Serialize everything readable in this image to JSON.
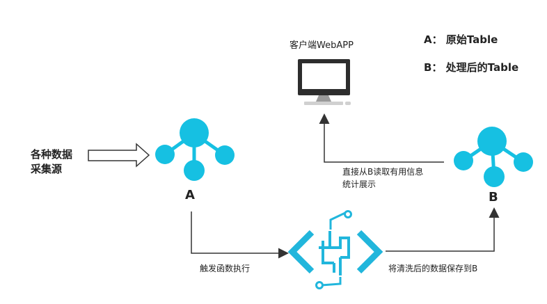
{
  "legend": {
    "a_line": "A： 原始Table",
    "b_line": "B： 处理后的Table"
  },
  "client": {
    "title": "客户端WebAPP"
  },
  "source": {
    "line1": "各种数据",
    "line2": "采集源"
  },
  "nodes": {
    "a_label": "A",
    "b_label": "B"
  },
  "edges": {
    "trigger_label": "触发函数执行",
    "save_label": "将清洗后的数据保存到B",
    "read_line1": "直接从B读取有用信息",
    "read_line2": "统计展示"
  },
  "colors": {
    "node": "#16c0e2",
    "processor": "#21b6dc",
    "line": "#333333"
  }
}
